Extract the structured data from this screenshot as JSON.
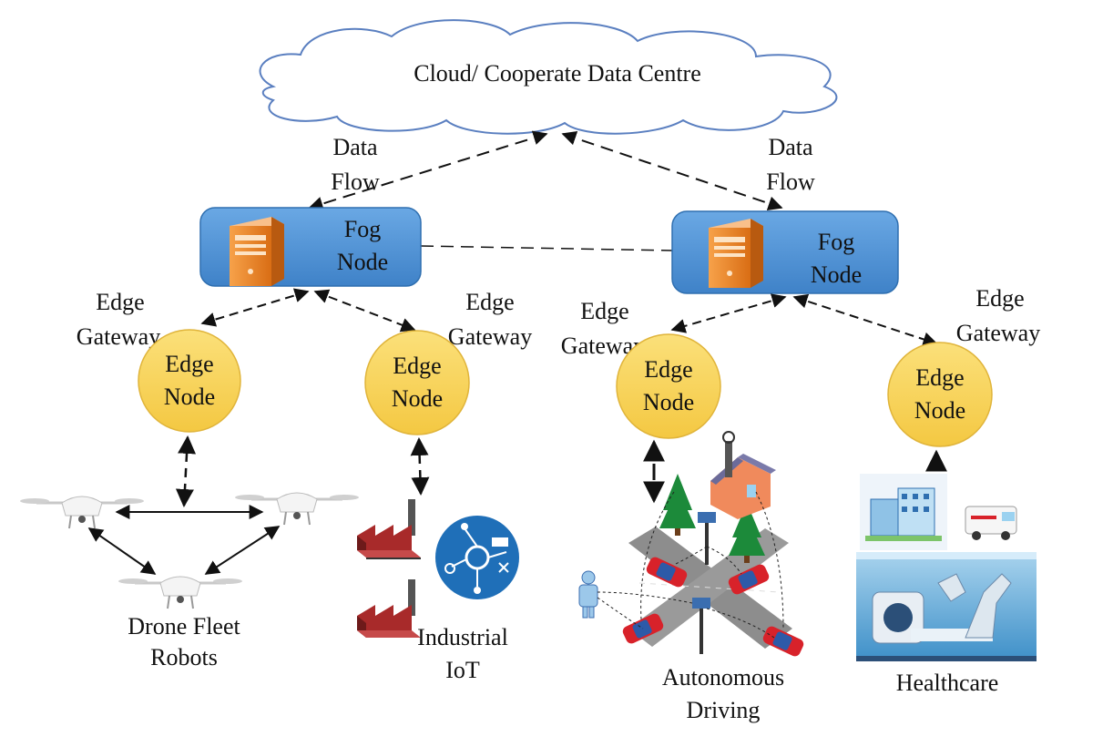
{
  "cloud": {
    "label": "Cloud/ Cooperate  Data Centre"
  },
  "data_flow_left": {
    "line1": "Data",
    "line2": "Flow"
  },
  "data_flow_right": {
    "line1": "Data",
    "line2": "Flow"
  },
  "fog_left": {
    "line1": "Fog",
    "line2": "Node"
  },
  "fog_right": {
    "line1": "Fog",
    "line2": "Node"
  },
  "gateways": [
    {
      "line1": "Edge",
      "line2": "Gateway"
    },
    {
      "line1": "Edge",
      "line2": "Gateway"
    },
    {
      "line1": "Edge",
      "line2": "Gateway"
    },
    {
      "line1": "Edge",
      "line2": "Gateway"
    }
  ],
  "edge_nodes": [
    {
      "line1": "Edge",
      "line2": "Node"
    },
    {
      "line1": "Edge",
      "line2": "Node"
    },
    {
      "line1": "Edge",
      "line2": "Node"
    },
    {
      "line1": "Edge",
      "line2": "Node"
    }
  ],
  "applications": [
    {
      "line1": "Drone Fleet",
      "line2": "Robots"
    },
    {
      "line1": "Industrial",
      "line2": "IoT"
    },
    {
      "line1": "Autonomous",
      "line2": "Driving"
    },
    {
      "line1": "Healthcare",
      "line2": ""
    }
  ],
  "colors": {
    "cloud_stroke": "#5a7fc0",
    "fog_fill": "#4f93d6",
    "edge_fill": "#f8d35a",
    "arrow": "#111111",
    "server": "#f08a2c",
    "car": "#d8222a",
    "tree": "#1c8a3a",
    "factory": "#9e2222"
  }
}
